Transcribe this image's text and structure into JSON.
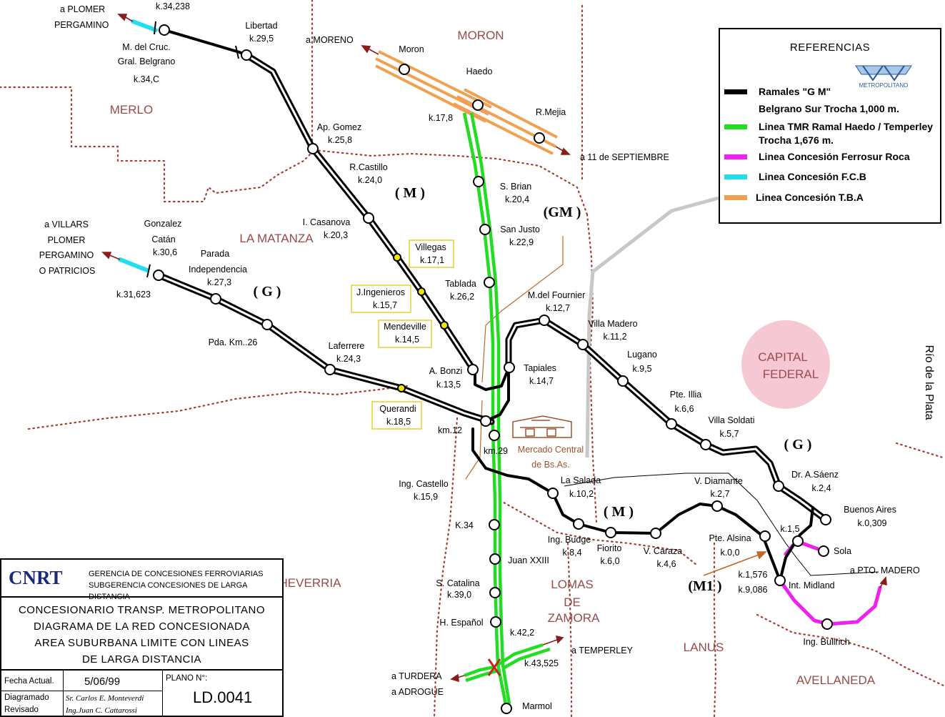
{
  "colors": {
    "gm": "#000000",
    "tmr": "#22dd22",
    "roca": "#ee22ee",
    "fcb": "#22ddee",
    "tba": "#f0a050",
    "district": "#a53c32",
    "capital": "#f6c8d4",
    "marker": "#e0c400"
  },
  "districts": {
    "moron": "MORON",
    "merlo": "MERLO",
    "matanza": "LA MATANZA",
    "lomas": [
      "LOMAS",
      "DE",
      "ZAMORA"
    ],
    "lanus": "LANUS",
    "avellaneda": "AVELLANEDA",
    "echeverria": "HEVERRIA",
    "capital": [
      "CAPITAL",
      "FEDERAL"
    ],
    "rio": "Río de la Plata"
  },
  "lines": {
    "m_upper": "( M )",
    "gm": "(GM )",
    "g_left": "( G )",
    "g_right": "( G )",
    "m_lower": "( M )",
    "m1": "(M1 )"
  },
  "directions": {
    "plomer_a": "a PLOMER",
    "plomer_b": "PERGAMINO",
    "moreno": "a MORENO",
    "sept": "a  11 de SEPTIEMBRE",
    "villars": [
      "a VILLARS",
      "PLOMER",
      "PERGAMINO",
      "O PATRICIOS"
    ],
    "temperley": "a TEMPERLEY",
    "turdera": "a TURDERA",
    "adrogue": "a ADROGUE",
    "madero": "a PTO. MADERO"
  },
  "stations": {
    "k34238": "k.34,238",
    "mdelcruc": [
      "M. del Cruc.",
      "Gral. Belgrano",
      "k.34,C"
    ],
    "libertad": [
      "Libertad",
      "k.29,5"
    ],
    "apgomez": [
      "Ap. Gomez",
      "k.25,8"
    ],
    "rcastillo": [
      "R.Castillo",
      "k.24,0"
    ],
    "icasanova": [
      "I. Casanova",
      "k.20,3"
    ],
    "villegas": [
      "Villegas",
      "k.17,1"
    ],
    "jingenieros": [
      "J.Ingenieros",
      "k.15,7"
    ],
    "mendeville": [
      "Mendeville",
      "k.14,5"
    ],
    "abonzi": [
      "A. Bonzi",
      "k.13,5"
    ],
    "moron": "Moron",
    "haedo": "Haedo",
    "rmejia": "R.Mejia",
    "k178": "k.17,8",
    "sbrian": [
      "S. Brian",
      "k.20,4"
    ],
    "sanjusto": [
      "San Justo",
      "k.22,9"
    ],
    "tablada": [
      "Tablada",
      "k.26,2"
    ],
    "tapiales": [
      "Tapiales",
      "k.14,7"
    ],
    "gcatan": [
      "Gonzalez",
      "Catán",
      "k.30,6"
    ],
    "k31623": "k.31,623",
    "parada": [
      "Parada",
      "Independencia",
      "k.27,3"
    ],
    "pdakm": "Pda. Km..26",
    "laferrere": [
      "Laferrere",
      "k.24,3"
    ],
    "querandi": [
      "Querandi",
      "k.18,5"
    ],
    "km12": "km.12",
    "km29": "km.29",
    "mercado": [
      "Mercado Central",
      "de Bs.As."
    ],
    "ingcastello": [
      "Ing. Castello",
      "k.15,9"
    ],
    "mfournier": [
      "M.del Fournier",
      "k.12,7"
    ],
    "villamadero": [
      "Villa Madero",
      "k.11,2"
    ],
    "lugano": [
      "Lugano",
      "k.9,5"
    ],
    "pteillia": [
      "Pte. Illia",
      "k.6,6"
    ],
    "villasoldati": [
      "Villa Soldati",
      "k.5,7"
    ],
    "drasaenz": [
      "Dr. A.Sáenz",
      "k.2,4"
    ],
    "buenosaires": [
      "Buenos Aires",
      "k.0,309"
    ],
    "lasalada": [
      "La Salada",
      "k.10,2"
    ],
    "ingbudge": [
      "Ing. Budge",
      "k.8,4"
    ],
    "fiorito": [
      "Fiorito",
      "k.6,0"
    ],
    "vcaraza": [
      "V. Caraza",
      "k.4,6"
    ],
    "vdiamante": [
      "V. Diamante",
      "k.2,7"
    ],
    "ptealsina": [
      "Pte. Alsina",
      "k.0,0"
    ],
    "k15": "k.1,5",
    "sola": "Sola",
    "k1576": [
      "k.1,576",
      "k.9,086"
    ],
    "intmidland": "Int. Midland",
    "ingbullrich": "Ing. Bullrich",
    "k34": "K.34",
    "juanxxiii": "Juan XXIII",
    "scatalina": [
      "S. Catalina",
      "k.39,0"
    ],
    "hespanol": "H. Español",
    "k422": "k.42,2",
    "k43525": "k.43,525",
    "marmol": "Marmol"
  },
  "legend": {
    "title": "REFERENCIAS",
    "logo": "METROPOLITANO",
    "items": [
      {
        "text": "Ramales \"G M\"",
        "color": "#000000"
      },
      {
        "text": "Belgrano Sur   Trocha 1,000 m.",
        "color": ""
      },
      {
        "text": "Linea TMR Ramal Haedo / Temperley",
        "color": "#22dd22"
      },
      {
        "text": "Trocha 1,676 m.",
        "color": ""
      },
      {
        "text": "Linea Concesión Ferrosur Roca",
        "color": "#ee22ee"
      },
      {
        "text": "Linea Concesión F.C.B",
        "color": "#22ddee"
      },
      {
        "text": "Linea Concesión T.B.A",
        "color": "#f0a050"
      }
    ]
  },
  "titleblock": {
    "logo": "CNRT",
    "ger1": "GERENCIA DE CONCESIONES FERROVIARIAS",
    "ger2": "SUBGERENCIA  CONCESIONES DE LARGA DISTANCIA",
    "desc": [
      "CONCESIONARIO TRANSP. METROPOLITANO",
      "DIAGRAMA DE LA RED CONCESIONADA",
      "AREA SUBURBANA LIMITE CON LINEAS",
      "DE LARGA DISTANCIA"
    ],
    "fecha_label": "Fecha Actual.",
    "fecha": "5/06/99",
    "plano_label": "PLANO N°:",
    "plano": "LD.0041",
    "diag_label": "Diagramado",
    "rev_label": "Revisado",
    "diag_name": "Sr. Carlos E. Monteverdi",
    "rev_name": "Ing.Juan C. Cattarossi"
  }
}
